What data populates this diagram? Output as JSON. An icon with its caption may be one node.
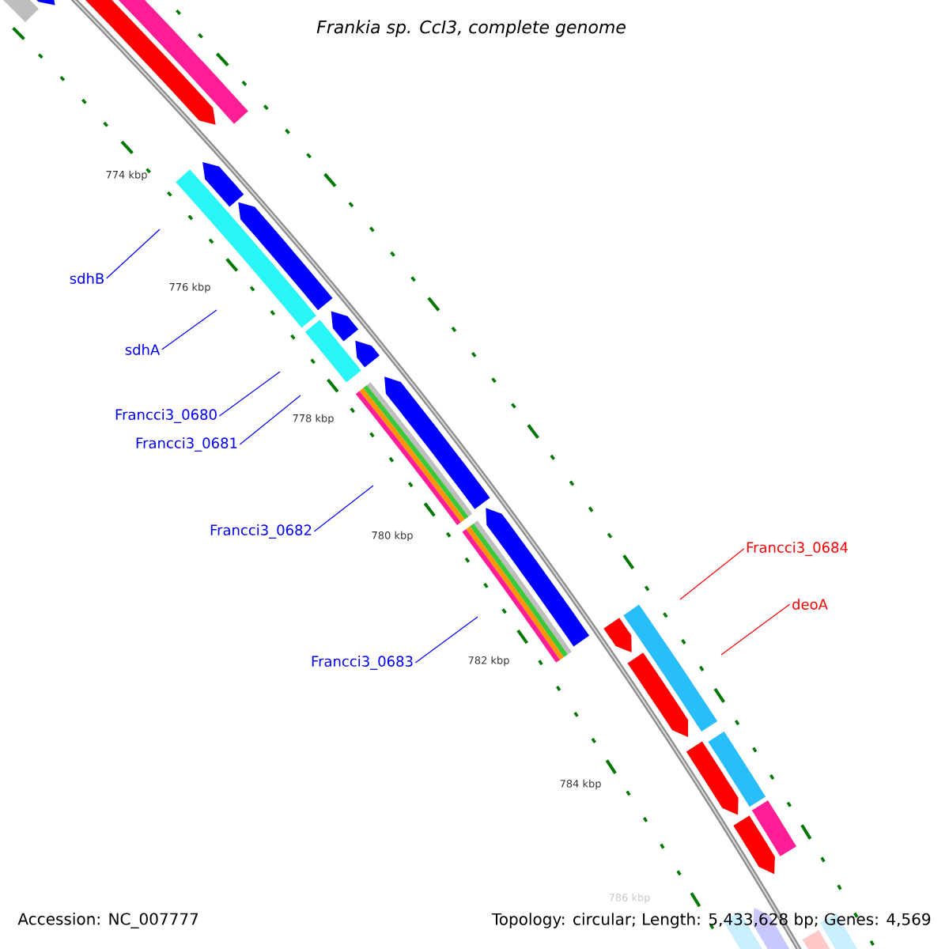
{
  "diagram": {
    "title": "Frankia sp. CcI3, complete genome",
    "nodes": [
      {
        "text": [
          "sdhB"
        ]
      },
      {
        "text": [
          "sdhA"
        ]
      },
      {
        "text": [
          "Francci3_0680"
        ]
      },
      {
        "text": [
          "Francci3_0681"
        ]
      },
      {
        "text": [
          "Francci3_0682"
        ]
      },
      {
        "text": [
          "Francci3_0683"
        ]
      },
      {
        "text": [
          "Francci3_0684"
        ]
      },
      {
        "text": [
          "deoA"
        ]
      }
    ],
    "edges": [
      {
        "from": 0,
        "to": null,
        "arrow": "none"
      },
      {
        "from": 1,
        "to": null,
        "arrow": "none"
      },
      {
        "from": 2,
        "to": null,
        "arrow": "none"
      },
      {
        "from": 3,
        "to": null,
        "arrow": "none"
      },
      {
        "from": 4,
        "to": null,
        "arrow": "none"
      },
      {
        "from": 5,
        "to": null,
        "arrow": "none"
      },
      {
        "from": 6,
        "to": null,
        "arrow": "none",
        "color": "#ff0000"
      },
      {
        "from": 7,
        "to": null,
        "arrow": "none",
        "color": "#ff0000"
      }
    ],
    "labels": [
      "774 kbp",
      "776 kbp",
      "778 kbp",
      "780 kbp",
      "782 kbp",
      "784 kbp",
      "786 kbp",
      "Accession: NC_007777",
      "Topology: circular; Length: 5,433,628 bp; Genes: 4,569"
    ]
  }
}
